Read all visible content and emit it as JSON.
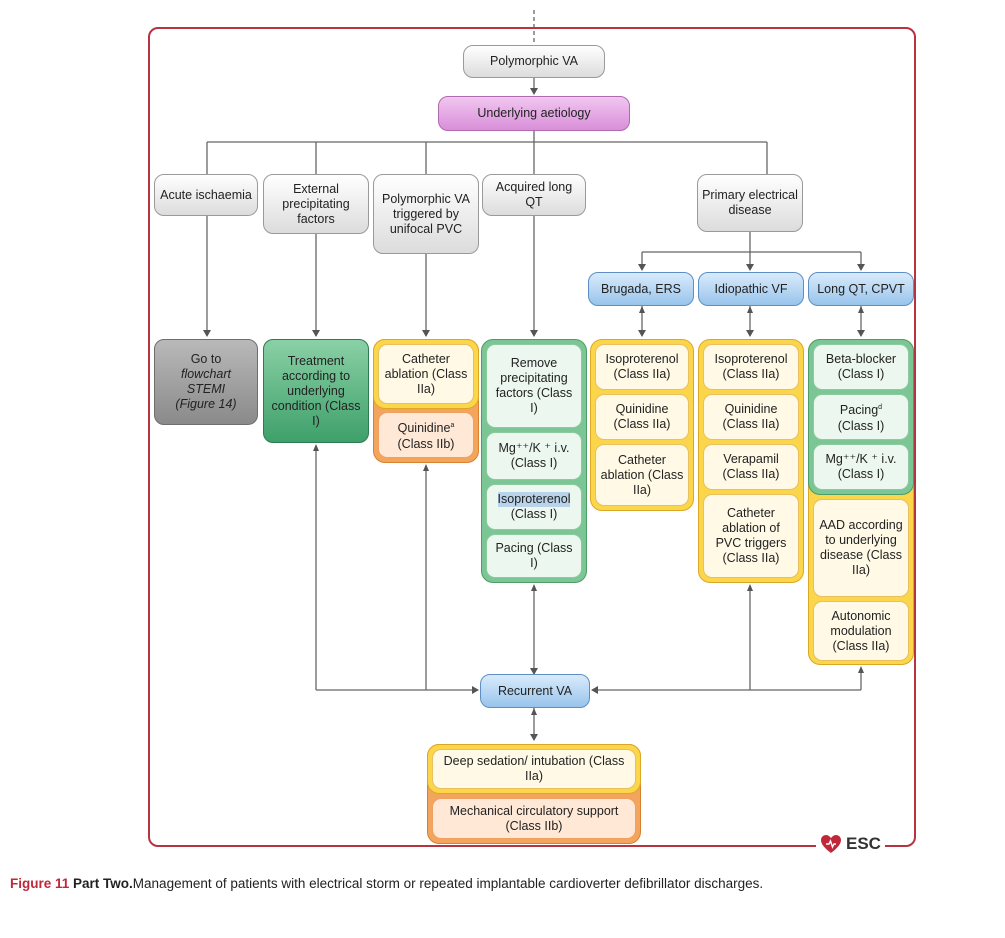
{
  "nodes": {
    "top": "Polymorphic VA",
    "aetiology": "Underlying aetiology",
    "acute": "Acute ischaemia",
    "external": "External precipitating factors",
    "pvc": "Polymorphic VA triggered by unifocal PVC",
    "acquired": "Acquired long QT",
    "primary": "Primary electrical disease",
    "brugada": "Brugada, ERS",
    "idiopathic": "Idiopathic VF",
    "longqt": "Long QT, CPVT",
    "stemi_1": "Go to",
    "stemi_2": "flowchart",
    "stemi_3": "STEMI",
    "stemi_4": "(Figure 14)",
    "treatment": "Treatment according to underlying condition (Class I)",
    "catheter_pvc": "Catheter ablation (Class IIa)",
    "quinidine_pvc": "Quinidine",
    "quinidine_pvc_sup": "a",
    "quinidine_pvc_class": "(Class IIb)",
    "remove": "Remove precipitating factors (Class I)",
    "mgk_acq": "Mg⁺⁺/K ⁺ i.v. (Class I)",
    "iso_acq": "Isoproterenol",
    "iso_acq_class": "(Class I)",
    "pacing_acq": "Pacing (Class I)",
    "iso_brugada": "Isoproterenol (Class IIa)",
    "quin_brugada": "Quinidine (Class IIa)",
    "cath_brugada": "Catheter ablation (Class IIa)",
    "iso_idio": "Isoproterenol (Class IIa)",
    "quin_idio": "Quinidine (Class IIa)",
    "vera_idio": "Verapamil (Class IIa)",
    "cath_idio": "Catheter ablation of PVC triggers (Class IIa)",
    "beta": "Beta-blocker (Class I)",
    "pacing_lq": "Pacing",
    "pacing_lq_sup": "d",
    "pacing_lq_class": "(Class I)",
    "mgk_lq": "Mg⁺⁺/K ⁺ i.v. (Class I)",
    "aad": "AAD according to underlying disease (Class IIa)",
    "auto": "Autonomic modulation (Class IIa)",
    "recurrent": "Recurrent VA",
    "sedation": "Deep sedation/ intubation (Class IIa)",
    "mcs": "Mechanical circulatory support (Class IIb)"
  },
  "caption": {
    "label": "Figure 11",
    "part": " Part Two.",
    "text": "Management of patients with electrical storm or repeated implantable cardioverter defibrillator discharges."
  },
  "logo": {
    "text": "ESC",
    "icon": "heart-icon",
    "color": "#c0283a"
  },
  "colors": {
    "frame": "#b5343f",
    "aetiology": "#d98fd9",
    "disease_type": "#98c4ec",
    "class_i": "#3ea06a",
    "class_iia": "#fbd54a",
    "class_iib": "#f3a55e"
  }
}
